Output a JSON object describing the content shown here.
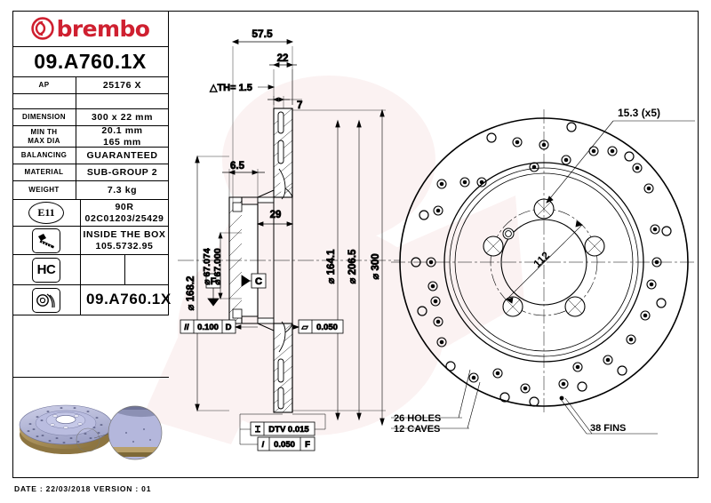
{
  "sheet": {
    "footer": "DATE : 22/03/2018  VERSION : 01"
  },
  "title_block": {
    "brand": "brembo",
    "brand_color": "#cf2030",
    "part_number": "09.A760.1X",
    "rows": [
      {
        "label": "AP",
        "value": "25176 X"
      },
      {
        "label": "",
        "value": ""
      },
      {
        "label": "DIMENSION",
        "value": "300 x 22 mm"
      },
      {
        "label": "MIN TH\nMAX DIA",
        "value_line1": "20.1 mm",
        "value_line2": "165 mm"
      },
      {
        "label": "BALANCING",
        "value": "GUARANTEED"
      },
      {
        "label": "MATERIAL",
        "value": "SUB-GROUP 2"
      },
      {
        "label": "WEIGHT",
        "value": "7.3 kg"
      }
    ],
    "min_th_label_l1": "MIN TH",
    "min_th_label_l2": "MAX DIA",
    "homologation": {
      "icon": "e11-circle-icon",
      "icon_label": "E11",
      "line1": "90R",
      "line2": "02C01203/25429"
    },
    "hardware": {
      "icon": "bolt-icon",
      "line1": "INSIDE THE BOX",
      "line2": "105.5732.95"
    },
    "hc": {
      "icon": "hc-badge-icon",
      "label": "HC"
    },
    "marking": {
      "icon": "disc-marking-icon",
      "value": "09.A760.1X"
    }
  },
  "section_view": {
    "dim_overall_width": "57.5",
    "dim_hat_width": "22",
    "dim_th_delta": "△TH= 1.5",
    "dim_7": "7",
    "dim_6_5": "6.5",
    "dim_29": "29",
    "dim_dia_168_2": "⌀ 168.2",
    "dim_dia_67_074": "⌀ 67.074",
    "dim_dia_67_000": "⌀ 67.000",
    "dim_dia_164_1": "⌀ 164.1",
    "dim_dia_206_5": "⌀ 206.5",
    "dim_dia_300": "⌀ 300",
    "datum_f": "F",
    "datum_c": "C",
    "gdt_parallelism": {
      "symbol": "//",
      "tol": "0.100",
      "datum": "D"
    },
    "gdt_flatness": {
      "symbol": "▱",
      "tol": "0.050"
    },
    "gdt_dtv": {
      "symbol": "⌶",
      "tol": "DTV 0.015"
    },
    "gdt_runout": {
      "symbol": "/",
      "tol": "0.050",
      "datum": "F"
    }
  },
  "face_view": {
    "callout_bolt_holes": "15.3 (x5)",
    "callout_pcd": "112",
    "callout_holes_l1": "26 HOLES",
    "callout_holes_l2": "12 CAVES",
    "callout_fins": "38 FINS"
  }
}
